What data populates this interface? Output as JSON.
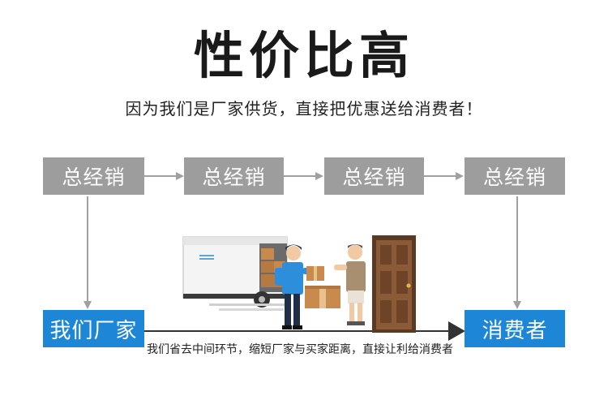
{
  "title": "性价比高",
  "subtitle": "因为我们是厂家供货，直接把优惠送给消费者！",
  "flow": {
    "distributors": [
      "总经销",
      "总经销",
      "总经销",
      "总经销"
    ],
    "factory": "我们厂家",
    "consumer": "消费者",
    "caption": "我们省去中间环节，缩短厂家与买家距离，直接让利给消费者"
  },
  "colors": {
    "gray_box": "#9d9d9d",
    "blue_box": "#1e86d6",
    "arrow": "#a0a0a0",
    "main_arrow": "#333333"
  },
  "illustration": {
    "items": [
      "delivery-truck",
      "courier",
      "package-boxes",
      "customer",
      "door"
    ]
  }
}
